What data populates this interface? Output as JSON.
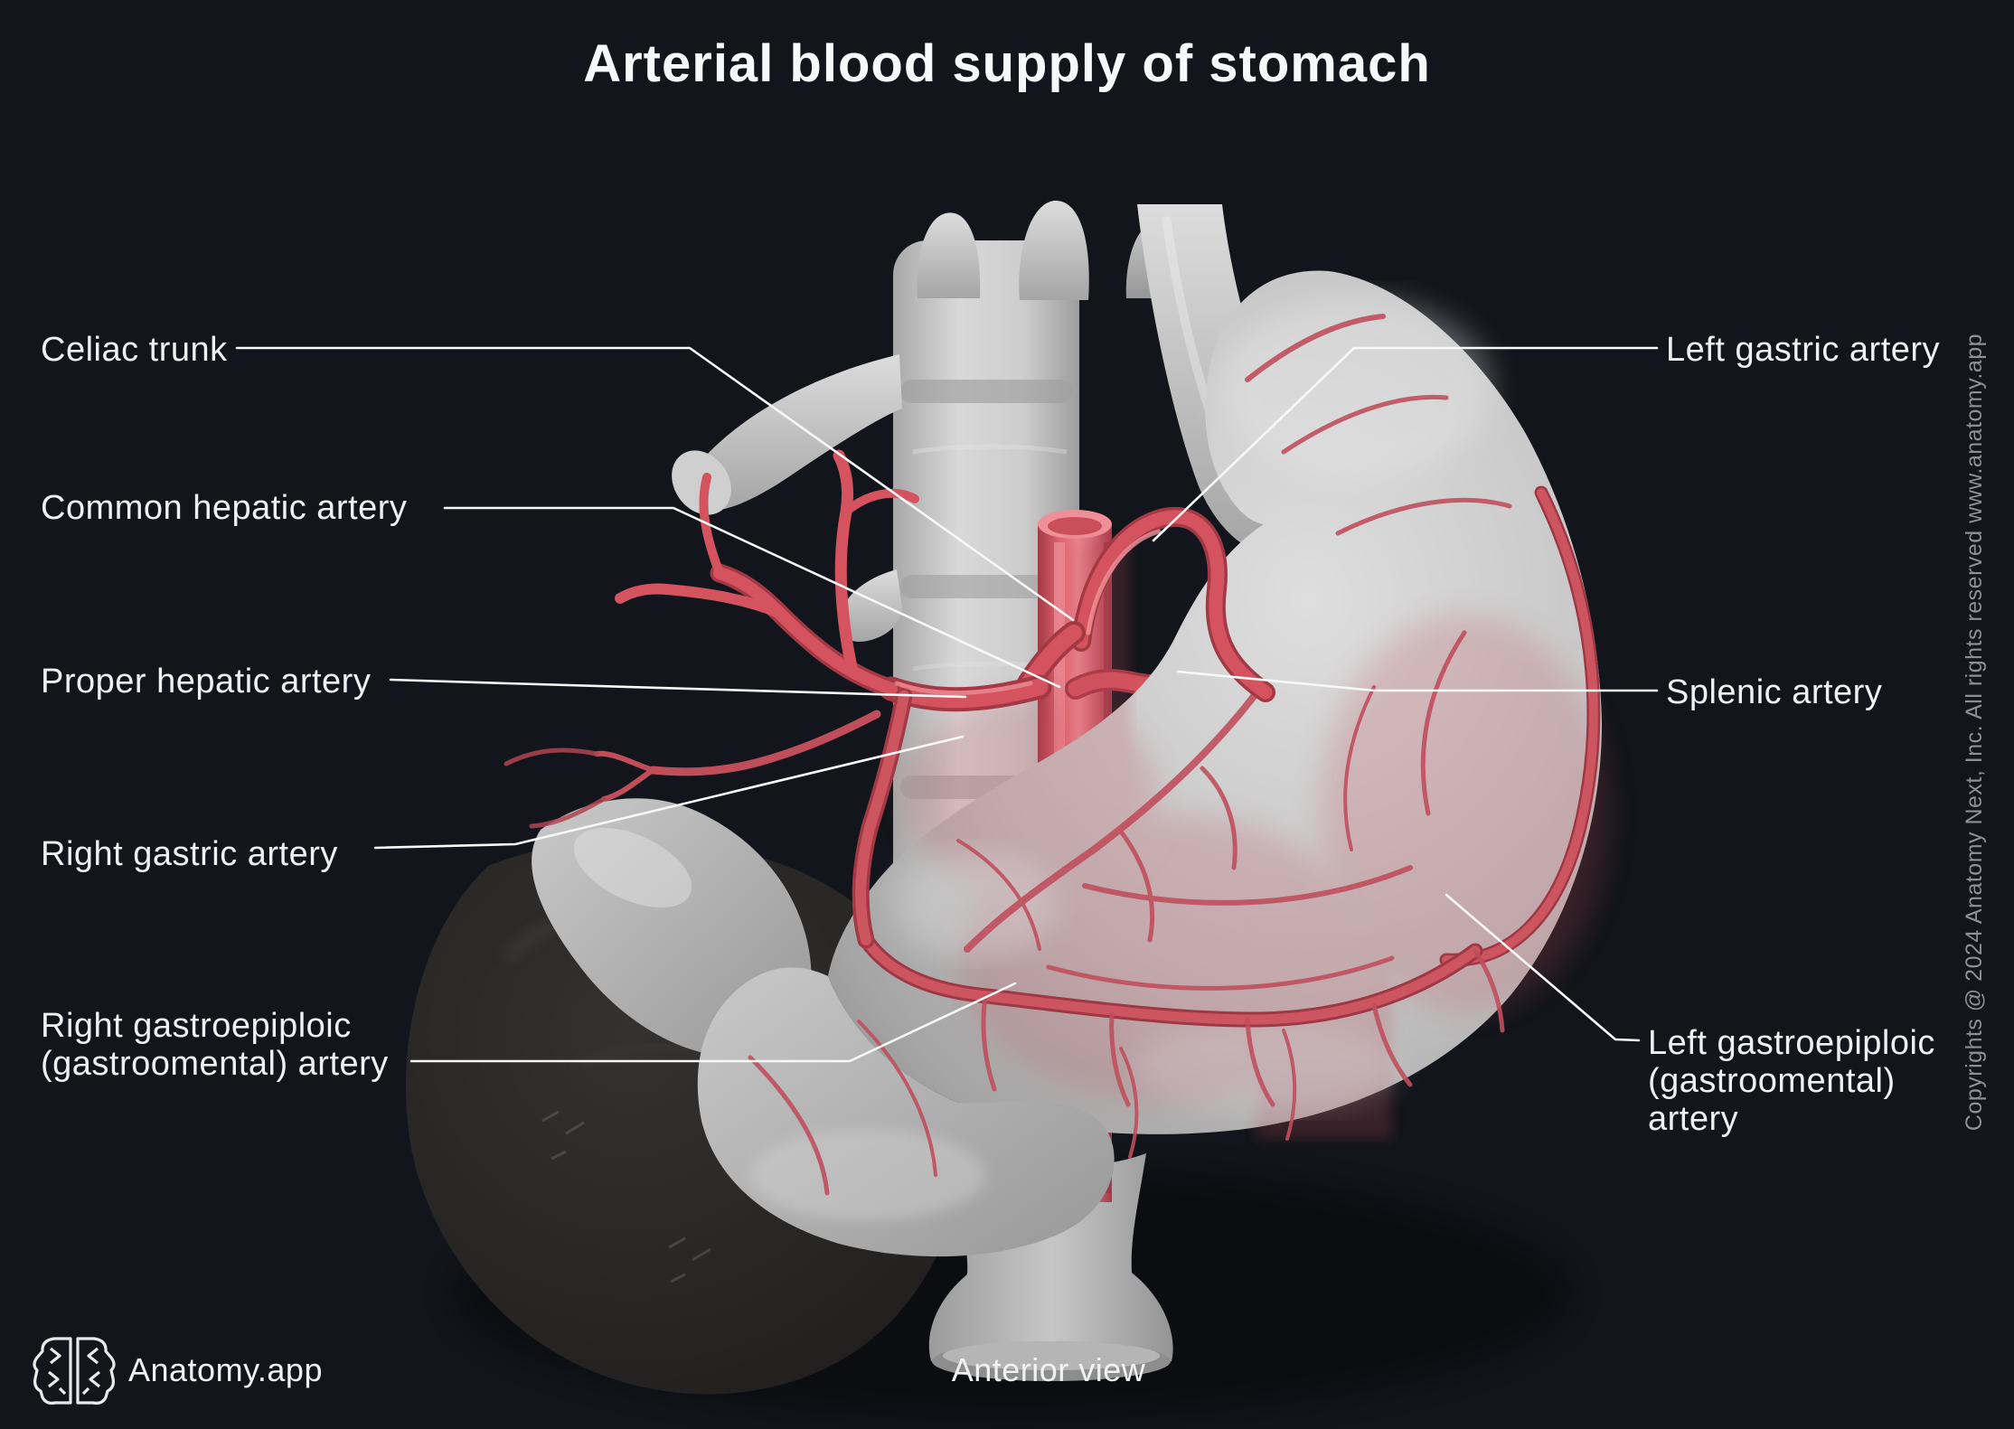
{
  "title": "Arterial blood supply of stomach",
  "labels": {
    "celiac_trunk": "Celiac trunk",
    "common_hepatic": "Common hepatic artery",
    "proper_hepatic": "Proper hepatic artery",
    "right_gastric": "Right gastric artery",
    "right_gastroepiploic_line1": "Right gastroepiploic",
    "right_gastroepiploic_line2": "(gastroomental) artery",
    "left_gastric": "Left gastric artery",
    "splenic": "Splenic artery",
    "left_gastroepiploic_line1": "Left gastroepiploic",
    "left_gastroepiploic_line2": "(gastroomental)",
    "left_gastroepiploic_line3": "artery"
  },
  "footer": {
    "brand": "Anatomy.app",
    "view_label": "Anterior view"
  },
  "copyright": "Copyrights @ 2024 Anatomy Next, Inc. All rights reserved www.anatomy.app",
  "icons": {
    "logo": "brain-logo-icon"
  },
  "colors": {
    "background": "#12151b",
    "label_text": "#eef0f2",
    "leader_line": "#f7f8f8",
    "artery_red": "#d4535f",
    "artery_dark": "#a23945",
    "artery_highlight": "#ee8b94",
    "bone_light": "#d9d9d9",
    "bone_shadow": "#9a9a9a",
    "organ_dark": "#272524",
    "copyright_text": "#8e9194"
  }
}
